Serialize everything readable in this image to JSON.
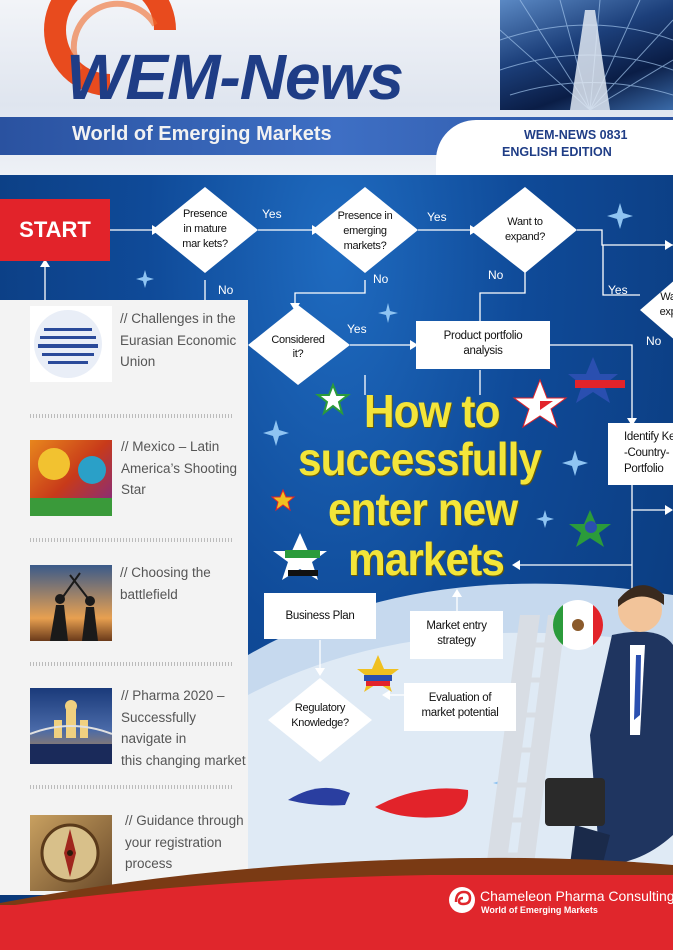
{
  "header": {
    "logo_text": "WEM-News",
    "subtitle": "World of Emerging Markets",
    "issue": "WEM-NEWS 0831",
    "edition": "ENGLISH EDITION"
  },
  "flowchart": {
    "start_label": "START",
    "nodes": {
      "presence_mature": [
        "Presence",
        "in mature",
        "mar kets?"
      ],
      "presence_emerging": [
        "Presence in",
        "emerging",
        "markets?"
      ],
      "want_expand": [
        "Want to",
        "expand?"
      ],
      "want_expand_partial": [
        "Wa",
        "exp"
      ],
      "considered": [
        "Considered",
        "it?"
      ],
      "product_portfolio": [
        "Product portfolio",
        "analysis"
      ],
      "identify": [
        "Identify Ke",
        "-Country-",
        "Portfolio"
      ],
      "business_plan": "Business Plan",
      "market_entry": [
        "Market entry",
        "strategy"
      ],
      "regulatory": [
        "Regulatory",
        "Knowledge?"
      ],
      "evaluation": [
        "Evaluation of",
        "market potential"
      ]
    },
    "labels": {
      "yes": "Yes",
      "no": "No"
    }
  },
  "headline": [
    "How to",
    "successfully",
    "enter new",
    "markets"
  ],
  "toc": [
    {
      "lines": [
        "// Challenges in the",
        "Eurasian Economic",
        "Union"
      ],
      "icon": "word-cloud-icon"
    },
    {
      "lines": [
        "// Mexico – Latin",
        "America’s Shooting",
        "Star"
      ],
      "icon": "mexico-icon"
    },
    {
      "lines": [
        "// Choosing the",
        "battlefield"
      ],
      "icon": "samurai-icon"
    },
    {
      "lines": [
        "// Pharma 2020 –",
        "Successfully navigate in",
        "this changing market"
      ],
      "icon": "moscow-icon"
    },
    {
      "lines": [
        "// Guidance through",
        "your registration",
        "process"
      ],
      "icon": "compass-icon"
    }
  ],
  "footer": {
    "brand": "Chameleon Pharma Consulting",
    "brand_sub": "World of Emerging Markets"
  },
  "colors": {
    "navy": "#1f3d86",
    "red": "#e2232a",
    "yellow": "#f3e53a",
    "blue_bg": "#0f4a98"
  }
}
